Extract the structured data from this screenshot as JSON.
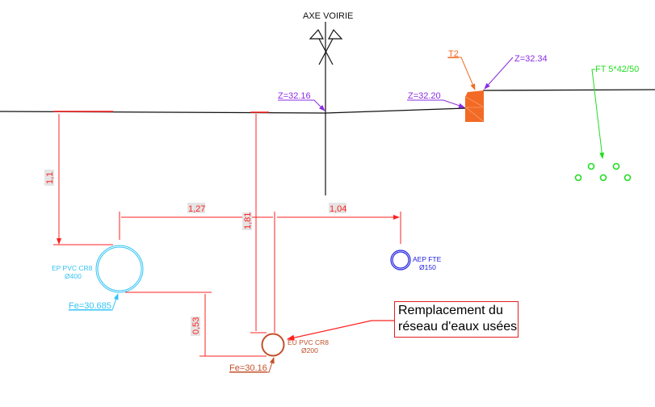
{
  "axis": {
    "label": "AXE VOIRIE"
  },
  "levels": {
    "z_axis": "Z=32.16",
    "z_curb_low": "Z=32.20",
    "z_curb_high": "Z=32.34"
  },
  "curb": {
    "label": "T2"
  },
  "fiber": {
    "label": "FT 5*42/50"
  },
  "dimensions": {
    "d1": "1,1",
    "d2": "1,27",
    "d3": "1,81",
    "d4": "1,04",
    "d5": "0,53"
  },
  "pipes": {
    "ep": {
      "name": "EP PVC CR8",
      "diameter": "Ø400",
      "fe": "Fe=30.685"
    },
    "aep": {
      "name": "AEP FTE",
      "diameter": "Ø150"
    },
    "eu": {
      "name": "EU PVC CR8",
      "diameter": "Ø200",
      "fe": "Fe=30.16"
    }
  },
  "callout": {
    "line1": "Remplacement du",
    "line2": "réseau d'eaux usées"
  },
  "colors": {
    "dim": "#ff2020",
    "ep": "#33c4f5",
    "aep": "#2020e0",
    "eu": "#c2502a",
    "level": "#8a2be2",
    "curb": "#f26a24",
    "fiber": "#22dd22"
  }
}
